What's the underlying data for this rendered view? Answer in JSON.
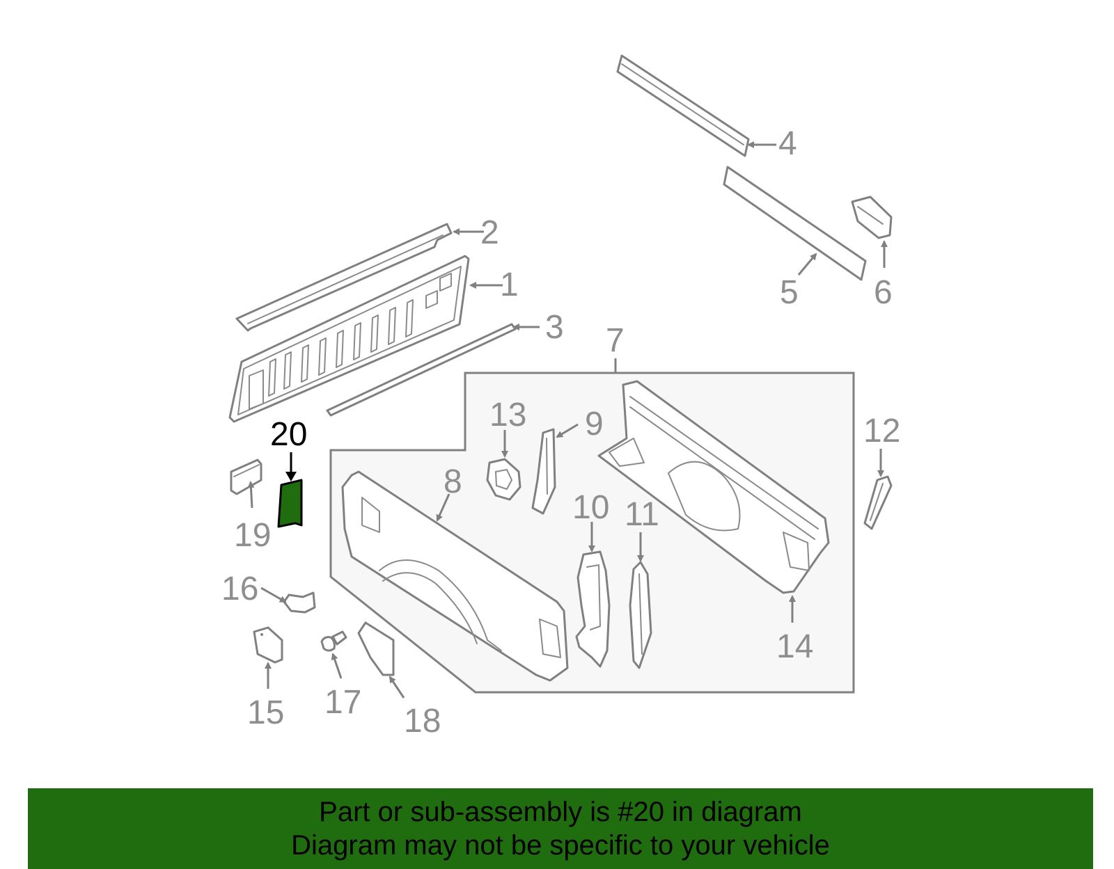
{
  "callouts": {
    "c1": "1",
    "c2": "2",
    "c3": "3",
    "c4": "4",
    "c5": "5",
    "c6": "6",
    "c7": "7",
    "c8": "8",
    "c9": "9",
    "c10": "10",
    "c11": "11",
    "c12": "12",
    "c13": "13",
    "c14": "14",
    "c15": "15",
    "c16": "16",
    "c17": "17",
    "c18": "18",
    "c19": "19",
    "c20": "20"
  },
  "highlighted_part": "20",
  "colors": {
    "highlight_fill": "#1f6d0f",
    "banner_background": "#1f6d0f",
    "part_stroke": "#808080",
    "assembly_box_fill": "#f7f7f7"
  },
  "banner": {
    "line1": "Part or sub-assembly is #20 in diagram",
    "line2": "Diagram may not be specific to your vehicle"
  }
}
